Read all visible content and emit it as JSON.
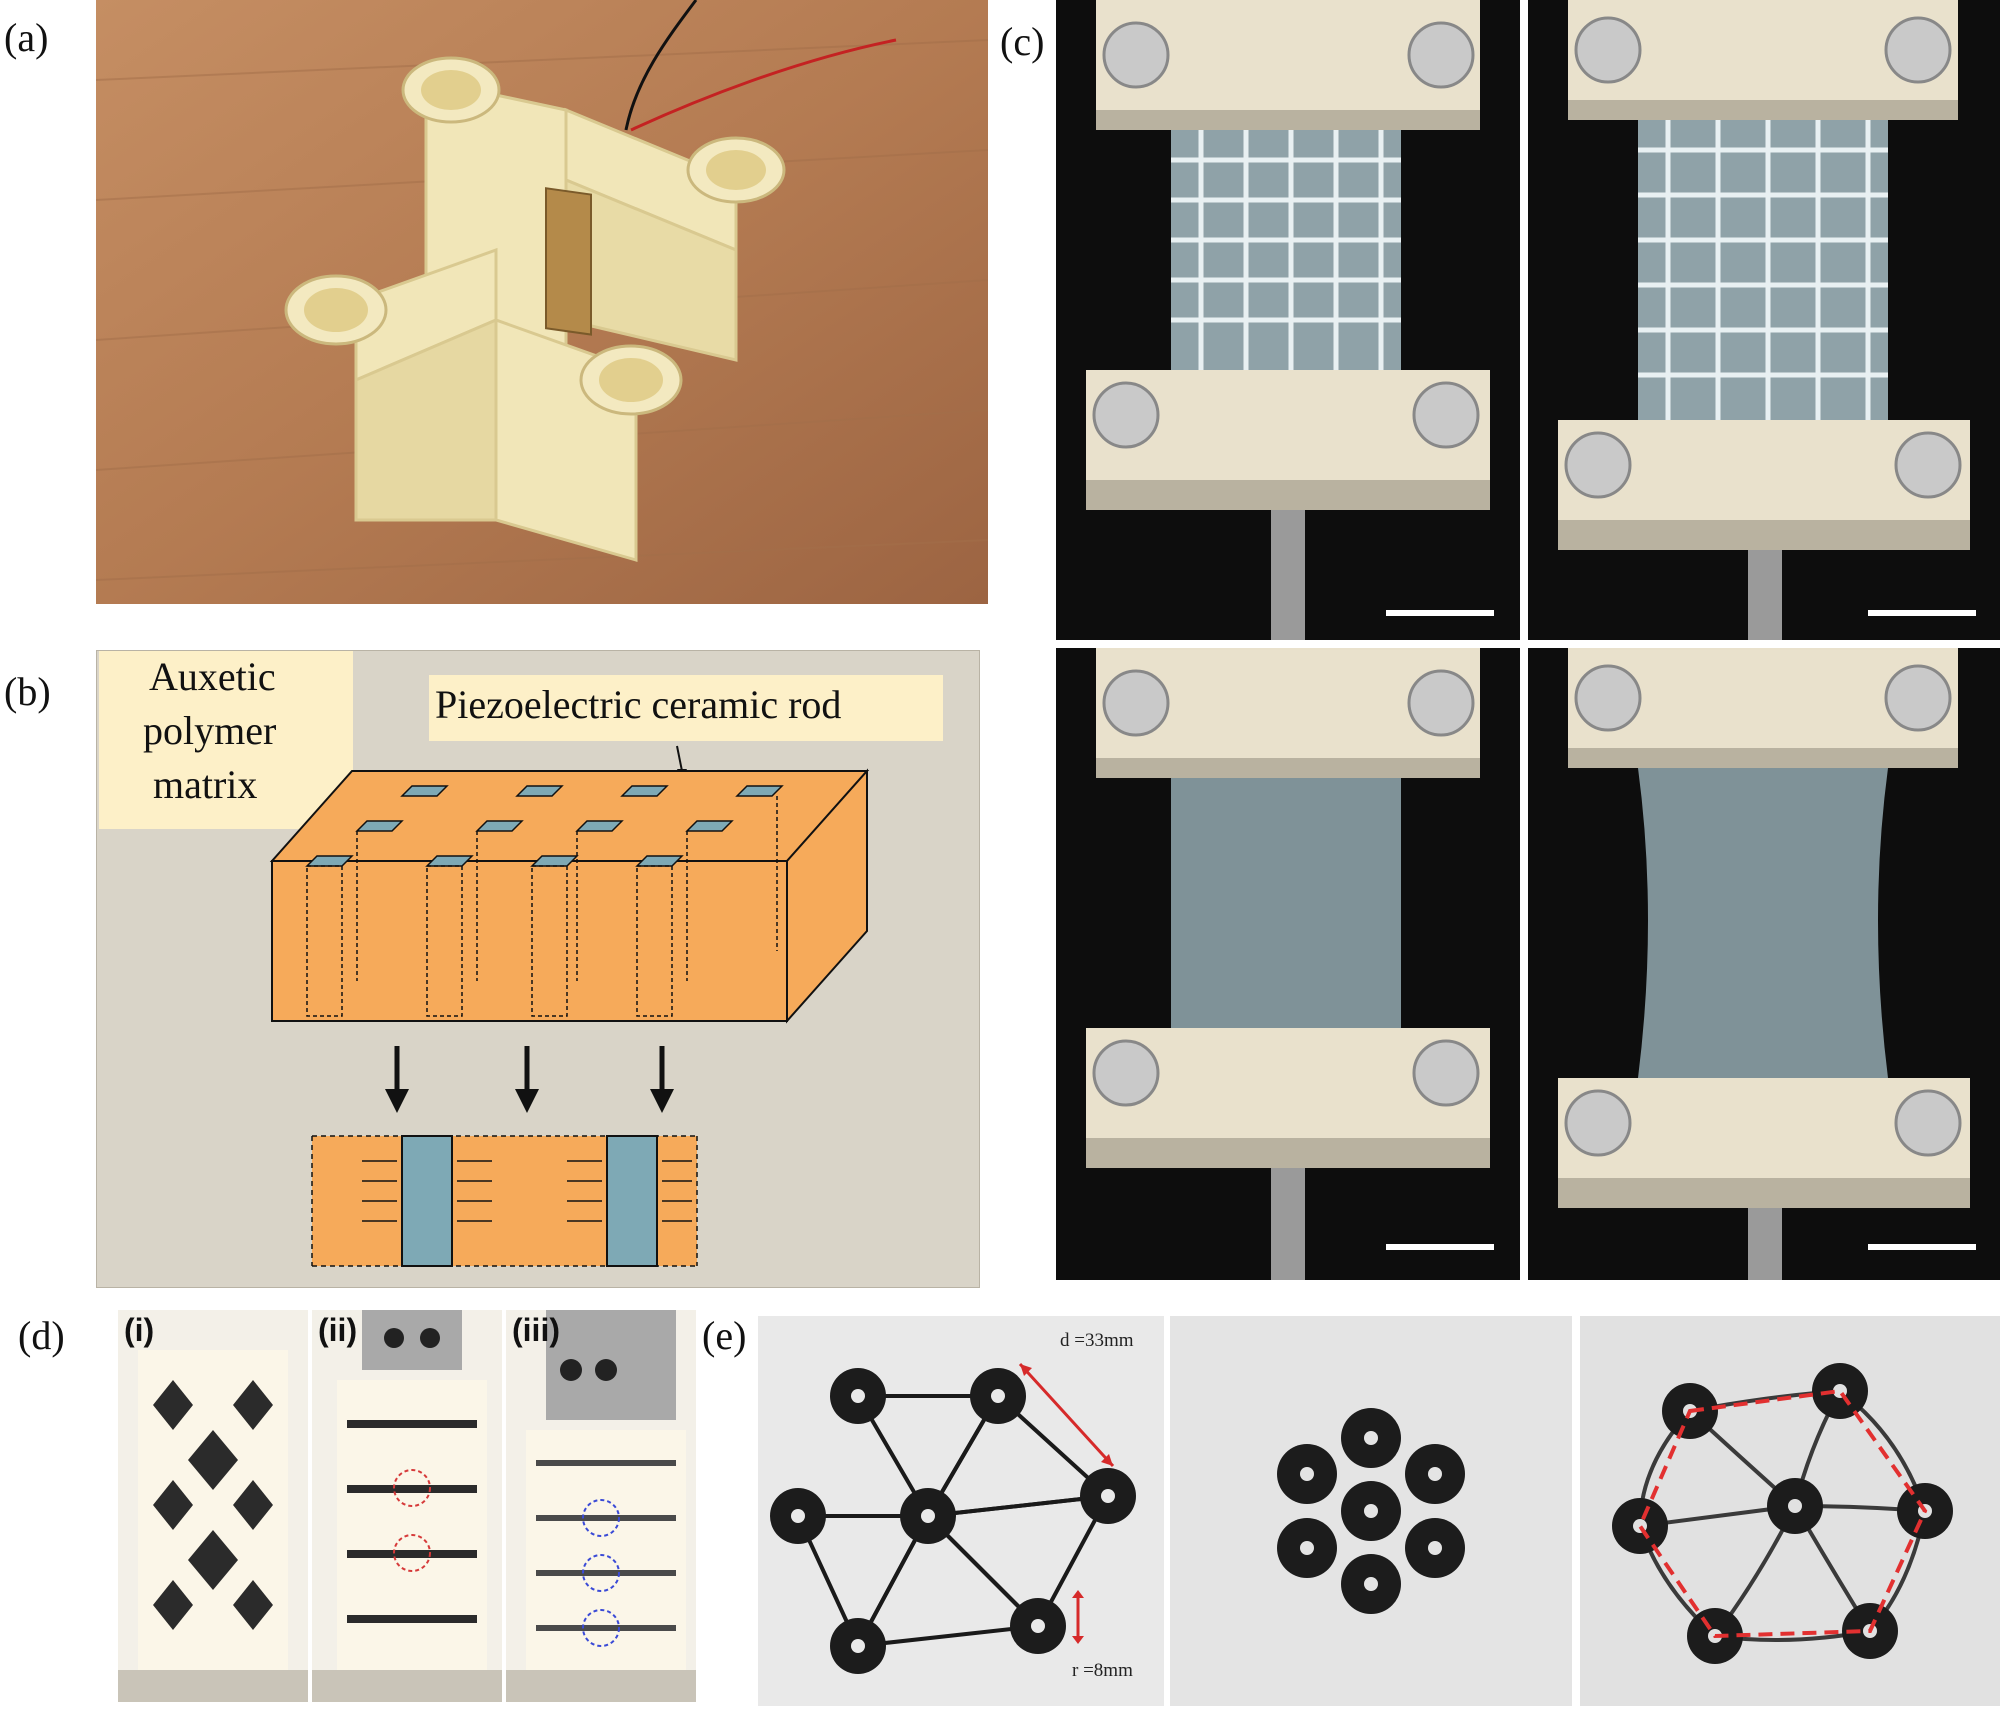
{
  "panels": {
    "a": "(a)",
    "b": "(b)",
    "c": "(c)",
    "d": "(d)",
    "e": "(e)"
  },
  "b_labels": {
    "auxetic_line1": "Auxetic",
    "auxetic_line2": "polymer",
    "auxetic_line3": "matrix",
    "piezo": "Piezoelectric ceramic rod"
  },
  "d_labels": {
    "i": "(i)",
    "ii": "(ii)",
    "iii": "(iii)"
  },
  "e_labels": {
    "d": "d =33mm",
    "r": "r =8mm"
  },
  "colors": {
    "orange": "#f6aa5a",
    "blue": "#7ea9b5",
    "beige_bg": "#d9d4c8",
    "label_bg": "#fdf0c8",
    "black_bg": "#0d0d0d"
  }
}
